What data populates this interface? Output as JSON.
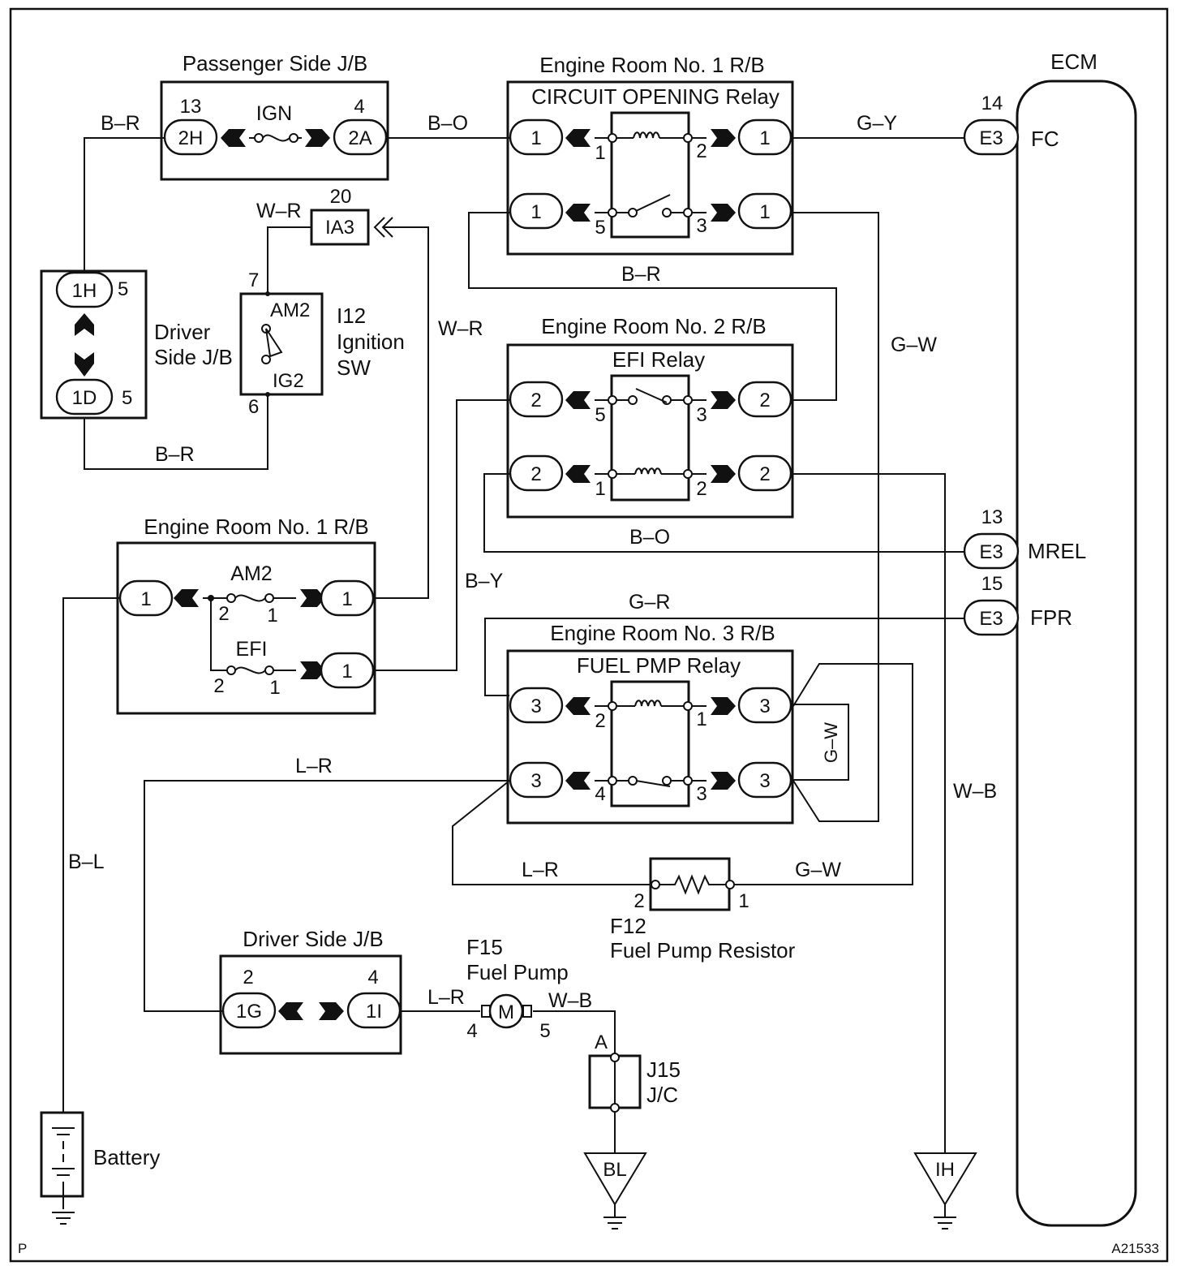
{
  "frame": {
    "corner_left": "P",
    "corner_right": "A21533"
  },
  "ecm": {
    "title": "ECM",
    "pins": [
      {
        "num": "14",
        "conn": "E3",
        "label": "FC",
        "wire": "G–Y"
      },
      {
        "num": "13",
        "conn": "E3",
        "label": "MREL"
      },
      {
        "num": "15",
        "conn": "E3",
        "label": "FPR",
        "wire": "G–R"
      }
    ]
  },
  "passenger_jb": {
    "title": "Passenger Side J/B",
    "fuse": "IGN",
    "left": {
      "pin": "13",
      "conn": "2H"
    },
    "right": {
      "pin": "4",
      "conn": "2A"
    }
  },
  "circuit_opening_relay": {
    "box_title": "Engine Room No. 1 R/B",
    "relay_title": "CIRCUIT OPENING Relay",
    "conn": "1",
    "terminals": [
      "1",
      "2",
      "5",
      "3"
    ]
  },
  "efi_relay": {
    "box_title": "Engine Room No. 2 R/B",
    "relay_title": "EFI Relay",
    "conn": "2",
    "terminals": [
      "5",
      "3",
      "1",
      "2"
    ]
  },
  "fuel_pmp_relay": {
    "box_title": "Engine Room No. 3 R/B",
    "relay_title": "FUEL PMP Relay",
    "conn": "3",
    "terminals": [
      "2",
      "1",
      "4",
      "3"
    ]
  },
  "engine_rb1_fuses": {
    "title": "Engine Room No. 1 R/B",
    "conn": "1",
    "fuse1": {
      "name": "AM2",
      "a": "2",
      "b": "1"
    },
    "fuse2": {
      "name": "EFI",
      "a": "2",
      "b": "1"
    }
  },
  "driver_jb_top": {
    "title_line1": "Driver",
    "title_line2": "Side J/B",
    "top": {
      "conn": "1H",
      "pin": "5"
    },
    "bottom": {
      "conn": "1D",
      "pin": "5"
    }
  },
  "ignition_sw": {
    "id": "I12",
    "line1": "Ignition",
    "line2": "SW",
    "am2": "AM2",
    "ig2": "IG2",
    "pin_top": "7",
    "pin_bottom": "6"
  },
  "ia3": {
    "pin": "20",
    "conn": "IA3"
  },
  "fuel_pump_resistor": {
    "id": "F12",
    "name": "Fuel Pump Resistor",
    "pin_left": "2",
    "pin_right": "1"
  },
  "fuel_pump": {
    "id": "F15",
    "name": "Fuel Pump",
    "symbol": "M",
    "pin_left": "4",
    "pin_right": "5"
  },
  "driver_jb_bottom": {
    "title": "Driver Side J/B",
    "left": {
      "pin": "2",
      "conn": "1G"
    },
    "right": {
      "pin": "4",
      "conn": "1I"
    }
  },
  "jc": {
    "id": "J15",
    "name": "J/C",
    "terminal": "A"
  },
  "battery": {
    "label": "Battery"
  },
  "grounds": {
    "bl": "BL",
    "ih": "IH"
  },
  "wire_colors": {
    "b_r": "B–R",
    "b_o": "B–O",
    "g_y": "G–Y",
    "w_r": "W–R",
    "g_w": "G–W",
    "b_y": "B–Y",
    "g_r": "G–R",
    "l_r": "L–R",
    "b_l": "B–L",
    "w_b": "W–B"
  }
}
